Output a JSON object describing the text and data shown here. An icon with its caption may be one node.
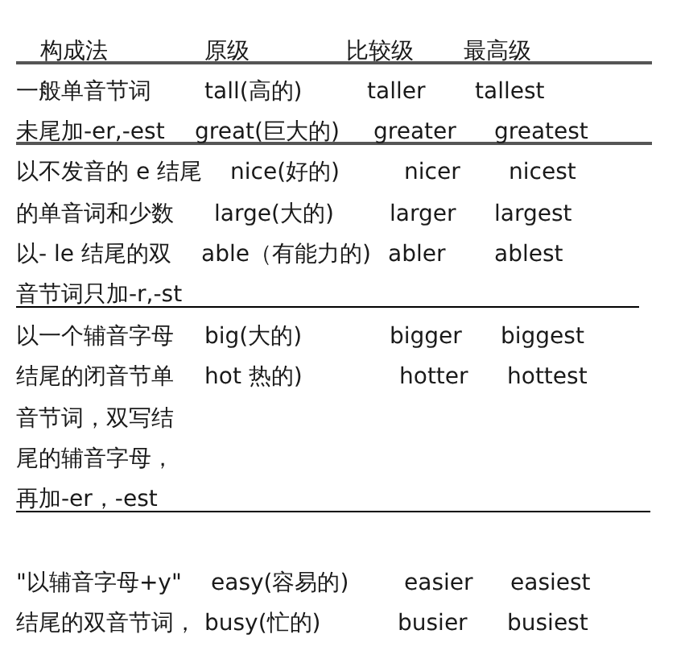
{
  "diagram": {
    "labels": [
      "构成法",
      "原级",
      "比较级",
      "最高级",
      "一般单音节词",
      "tall(高的)",
      "taller",
      "tallest",
      "未尾加-er,-est",
      "great(巨大的)",
      "greater",
      "greatest",
      "以不发音的 e 结尾",
      "nice(好的)",
      "nicer",
      "nicest",
      "的单音词和少数",
      "large(大的)",
      "larger",
      "largest",
      "以- le 结尾的双",
      "able（有能力的)",
      "abler",
      "ablest",
      "音节词只加-r,-st",
      "以一个辅音字母",
      "big(大的)",
      "bigger",
      "biggest",
      "结尾的闭音节单",
      "hot 热的)",
      "hotter",
      "hottest",
      "音节词，双写结",
      "尾的辅音字母，",
      "再加-er，-est",
      "\"以辅音字母+y\"",
      "easy(容易的)",
      "easier",
      "easiest",
      "结尾的双音节词，",
      "busy(忙的)",
      "busier",
      "busiest"
    ]
  }
}
